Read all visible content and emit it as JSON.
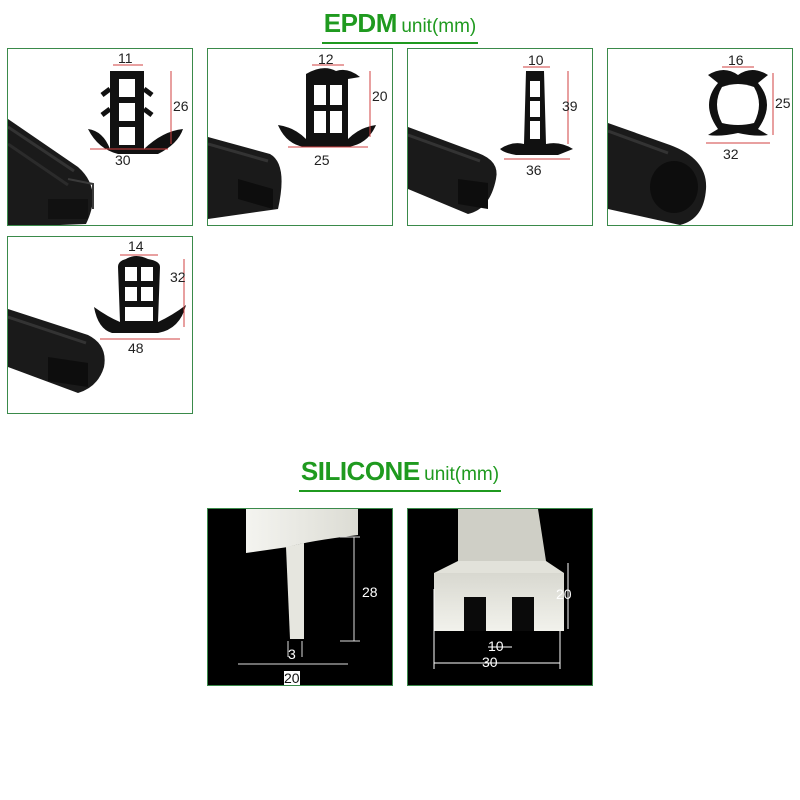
{
  "epdm": {
    "title": "EPDM",
    "unit": "unit(mm)"
  },
  "silicone": {
    "title": "SILICONE",
    "unit": "unit(mm)"
  },
  "epdm_profiles": [
    {
      "top": "11",
      "side": "26",
      "bottom": "30"
    },
    {
      "top": "12",
      "side": "20",
      "bottom": "25"
    },
    {
      "top": "10",
      "side": "39",
      "bottom": "36"
    },
    {
      "top": "16",
      "side": "25",
      "bottom": "32"
    },
    {
      "top": "14",
      "side": "32",
      "bottom": "48"
    }
  ],
  "silicone_profiles": [
    {
      "height": "28",
      "stem": "3",
      "width": "20"
    },
    {
      "height": "20",
      "inner": "10",
      "width": "30"
    }
  ],
  "colors": {
    "title_green": "#1f9a1f",
    "card_border": "#3a8a4a",
    "dim_line": "#d04040"
  }
}
